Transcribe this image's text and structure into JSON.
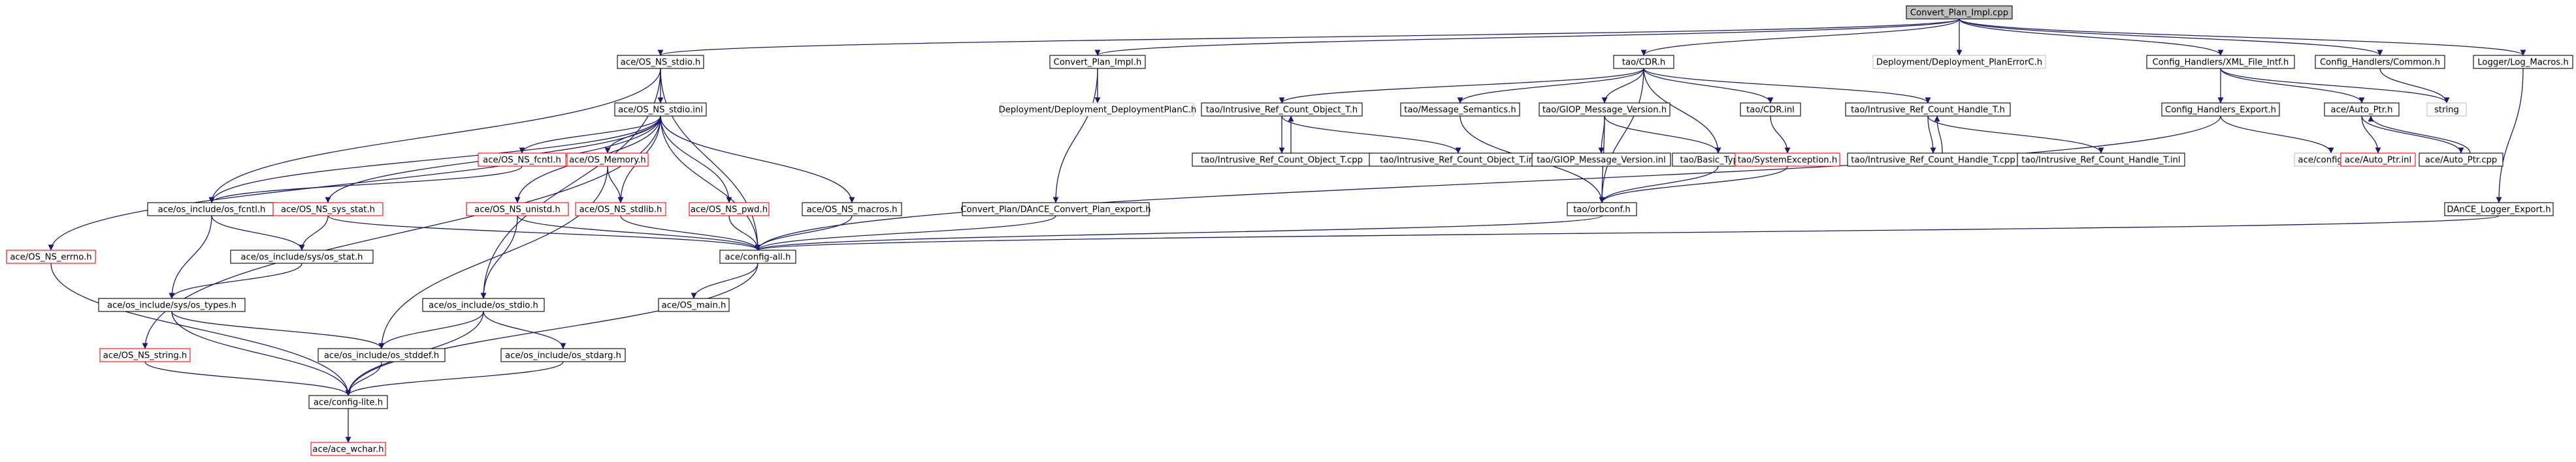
{
  "colors": {
    "edge": "#191970",
    "border_normal": "#000000",
    "border_missing": "#ff0000",
    "border_external": "#bfbfbf",
    "fill_root": "#bfbfbf",
    "fill_normal": "#ffffff",
    "text": "#000000"
  },
  "nodes": [
    {
      "id": "root",
      "label": "Convert_Plan_Impl.cpp",
      "kind": "root"
    },
    {
      "id": "os_stdio_h",
      "label": "ace/OS_NS_stdio.h",
      "kind": "normal"
    },
    {
      "id": "cpi_h",
      "label": "Convert_Plan_Impl.h",
      "kind": "normal"
    },
    {
      "id": "tao_cdr_h",
      "label": "tao/CDR.h",
      "kind": "normal"
    },
    {
      "id": "dplan_err",
      "label": "Deployment/Deployment_PlanErrorC.h",
      "kind": "external"
    },
    {
      "id": "xml_file_intf",
      "label": "Config_Handlers/XML_File_Intf.h",
      "kind": "normal"
    },
    {
      "id": "ch_common",
      "label": "Config_Handlers/Common.h",
      "kind": "normal"
    },
    {
      "id": "log_macros",
      "label": "Logger/Log_Macros.h",
      "kind": "normal"
    },
    {
      "id": "os_stdio_inl",
      "label": "ace/OS_NS_stdio.inl",
      "kind": "normal"
    },
    {
      "id": "dd_planc",
      "label": "Deployment/Deployment_DeploymentPlanC.h",
      "kind": "external"
    },
    {
      "id": "irco_t_h",
      "label": "tao/Intrusive_Ref_Count_Object_T.h",
      "kind": "normal"
    },
    {
      "id": "msg_sem",
      "label": "tao/Message_Semantics.h",
      "kind": "normal"
    },
    {
      "id": "giop_ver_h",
      "label": "tao/GIOP_Message_Version.h",
      "kind": "normal"
    },
    {
      "id": "cdr_inl",
      "label": "tao/CDR.inl",
      "kind": "normal"
    },
    {
      "id": "irch_t_h",
      "label": "tao/Intrusive_Ref_Count_Handle_T.h",
      "kind": "normal"
    },
    {
      "id": "ch_export",
      "label": "Config_Handlers_Export.h",
      "kind": "normal"
    },
    {
      "id": "auto_ptr_h",
      "label": "ace/Auto_Ptr.h",
      "kind": "normal"
    },
    {
      "id": "string",
      "label": "string",
      "kind": "external"
    },
    {
      "id": "os_fcntl_h",
      "label": "ace/OS_NS_fcntl.h",
      "kind": "missing"
    },
    {
      "id": "os_memory_h",
      "label": "ace/OS_Memory.h",
      "kind": "missing"
    },
    {
      "id": "irco_t_cpp",
      "label": "tao/Intrusive_Ref_Count_Object_T.cpp",
      "kind": "normal"
    },
    {
      "id": "irco_t_inl",
      "label": "tao/Intrusive_Ref_Count_Object_T.inl",
      "kind": "normal"
    },
    {
      "id": "giop_ver_inl",
      "label": "tao/GIOP_Message_Version.inl",
      "kind": "normal"
    },
    {
      "id": "basic_types",
      "label": "tao/Basic_Types.h",
      "kind": "normal"
    },
    {
      "id": "sys_exc",
      "label": "tao/SystemException.h",
      "kind": "missing"
    },
    {
      "id": "irch_t_cpp",
      "label": "tao/Intrusive_Ref_Count_Handle_T.cpp",
      "kind": "normal"
    },
    {
      "id": "irch_t_inl",
      "label": "tao/Intrusive_Ref_Count_Handle_T.inl",
      "kind": "normal"
    },
    {
      "id": "config_all_ext",
      "label": "ace/config-all.h",
      "kind": "external"
    },
    {
      "id": "auto_ptr_inl",
      "label": "ace/Auto_Ptr.inl",
      "kind": "missing"
    },
    {
      "id": "auto_ptr_cpp",
      "label": "ace/Auto_Ptr.cpp",
      "kind": "normal"
    },
    {
      "id": "os_inc_fcntl",
      "label": "ace/os_include/os_fcntl.h",
      "kind": "normal"
    },
    {
      "id": "os_sys_stat_h",
      "label": "ace/OS_NS_sys_stat.h",
      "kind": "missing"
    },
    {
      "id": "os_unistd_h",
      "label": "ace/OS_NS_unistd.h",
      "kind": "missing"
    },
    {
      "id": "os_stdlib_h",
      "label": "ace/OS_NS_stdlib.h",
      "kind": "missing"
    },
    {
      "id": "os_pwd_h",
      "label": "ace/OS_NS_pwd.h",
      "kind": "missing"
    },
    {
      "id": "os_macros_h",
      "label": "ace/OS_NS_macros.h",
      "kind": "normal"
    },
    {
      "id": "dance_cp_export",
      "label": "Convert_Plan/DAnCE_Convert_Plan_export.h",
      "kind": "normal"
    },
    {
      "id": "orbconf",
      "label": "tao/orbconf.h",
      "kind": "normal"
    },
    {
      "id": "dance_log_export",
      "label": "DAnCE_Logger_Export.h",
      "kind": "normal"
    },
    {
      "id": "os_errno_h",
      "label": "ace/OS_NS_errno.h",
      "kind": "missing"
    },
    {
      "id": "os_inc_sys_stat",
      "label": "ace/os_include/sys/os_stat.h",
      "kind": "normal"
    },
    {
      "id": "config_all",
      "label": "ace/config-all.h",
      "kind": "normal"
    },
    {
      "id": "os_inc_sys_types",
      "label": "ace/os_include/sys/os_types.h",
      "kind": "normal"
    },
    {
      "id": "os_main",
      "label": "ace/OS_main.h",
      "kind": "normal"
    },
    {
      "id": "os_inc_stdio",
      "label": "ace/os_include/os_stdio.h",
      "kind": "normal"
    },
    {
      "id": "os_inc_stddef",
      "label": "ace/os_include/os_stddef.h",
      "kind": "normal"
    },
    {
      "id": "os_inc_stdarg",
      "label": "ace/os_include/os_stdarg.h",
      "kind": "normal"
    },
    {
      "id": "os_string_h",
      "label": "ace/OS_NS_string.h",
      "kind": "missing"
    },
    {
      "id": "config_lite",
      "label": "ace/config-lite.h",
      "kind": "normal"
    },
    {
      "id": "ace_wchar",
      "label": "ace/ace_wchar.h",
      "kind": "missing"
    }
  ],
  "edges": [
    [
      "root",
      "os_stdio_h"
    ],
    [
      "root",
      "cpi_h"
    ],
    [
      "root",
      "tao_cdr_h"
    ],
    [
      "root",
      "dplan_err"
    ],
    [
      "root",
      "xml_file_intf"
    ],
    [
      "root",
      "ch_common"
    ],
    [
      "root",
      "log_macros"
    ],
    [
      "os_stdio_h",
      "os_stdio_inl"
    ],
    [
      "os_stdio_h",
      "os_inc_fcntl"
    ],
    [
      "os_stdio_h",
      "os_inc_stdio"
    ],
    [
      "os_stdio_h",
      "config_all"
    ],
    [
      "cpi_h",
      "dd_planc"
    ],
    [
      "cpi_h",
      "dance_cp_export"
    ],
    [
      "tao_cdr_h",
      "irco_t_h"
    ],
    [
      "tao_cdr_h",
      "msg_sem"
    ],
    [
      "tao_cdr_h",
      "giop_ver_h"
    ],
    [
      "tao_cdr_h",
      "cdr_inl"
    ],
    [
      "tao_cdr_h",
      "irch_t_h"
    ],
    [
      "tao_cdr_h",
      "basic_types"
    ],
    [
      "tao_cdr_h",
      "orbconf"
    ],
    [
      "xml_file_intf",
      "ch_export"
    ],
    [
      "xml_file_intf",
      "auto_ptr_h"
    ],
    [
      "xml_file_intf",
      "string"
    ],
    [
      "ch_common",
      "string"
    ],
    [
      "log_macros",
      "dance_log_export"
    ],
    [
      "os_stdio_inl",
      "os_errno_h"
    ],
    [
      "os_stdio_inl",
      "os_string_h"
    ],
    [
      "os_stdio_inl",
      "os_inc_fcntl"
    ],
    [
      "os_stdio_inl",
      "os_sys_stat_h"
    ],
    [
      "os_stdio_inl",
      "os_fcntl_h"
    ],
    [
      "os_stdio_inl",
      "os_memory_h"
    ],
    [
      "os_stdio_inl",
      "os_unistd_h"
    ],
    [
      "os_stdio_inl",
      "os_stdlib_h"
    ],
    [
      "os_stdio_inl",
      "os_pwd_h"
    ],
    [
      "os_stdio_inl",
      "os_macros_h"
    ],
    [
      "os_stdio_inl",
      "config_all"
    ],
    [
      "irco_t_h",
      "irco_t_cpp"
    ],
    [
      "irco_t_h",
      "irco_t_inl"
    ],
    [
      "irco_t_cpp",
      "irco_t_h"
    ],
    [
      "msg_sem",
      "orbconf"
    ],
    [
      "giop_ver_h",
      "giop_ver_inl"
    ],
    [
      "giop_ver_h",
      "basic_types"
    ],
    [
      "giop_ver_h",
      "orbconf"
    ],
    [
      "cdr_inl",
      "sys_exc"
    ],
    [
      "irch_t_h",
      "irch_t_cpp"
    ],
    [
      "irch_t_h",
      "irch_t_inl"
    ],
    [
      "irch_t_cpp",
      "irch_t_h"
    ],
    [
      "basic_types",
      "orbconf"
    ],
    [
      "sys_exc",
      "orbconf"
    ],
    [
      "ch_export",
      "config_all_ext"
    ],
    [
      "ch_export",
      "config_all"
    ],
    [
      "auto_ptr_h",
      "auto_ptr_inl"
    ],
    [
      "auto_ptr_h",
      "auto_ptr_cpp"
    ],
    [
      "auto_ptr_cpp",
      "auto_ptr_h"
    ],
    [
      "os_fcntl_h",
      "os_inc_fcntl"
    ],
    [
      "os_memory_h",
      "os_stdlib_h"
    ],
    [
      "os_memory_h",
      "os_inc_stddef"
    ],
    [
      "os_inc_fcntl",
      "os_inc_sys_stat"
    ],
    [
      "os_inc_fcntl",
      "os_inc_sys_types"
    ],
    [
      "os_sys_stat_h",
      "os_inc_sys_stat"
    ],
    [
      "os_sys_stat_h",
      "config_all"
    ],
    [
      "os_unistd_h",
      "os_inc_stdio"
    ],
    [
      "os_unistd_h",
      "config_all"
    ],
    [
      "os_stdlib_h",
      "config_all"
    ],
    [
      "os_pwd_h",
      "config_all"
    ],
    [
      "os_macros_h",
      "config_all"
    ],
    [
      "dance_cp_export",
      "config_all"
    ],
    [
      "orbconf",
      "config_all"
    ],
    [
      "dance_log_export",
      "config_all"
    ],
    [
      "os_errno_h",
      "config_lite"
    ],
    [
      "os_inc_sys_stat",
      "os_inc_sys_types"
    ],
    [
      "config_all",
      "os_main"
    ],
    [
      "config_all",
      "config_lite"
    ],
    [
      "os_inc_sys_types",
      "os_inc_stddef"
    ],
    [
      "os_inc_sys_types",
      "config_lite"
    ],
    [
      "os_inc_stdio",
      "os_inc_stddef"
    ],
    [
      "os_inc_stdio",
      "os_inc_stdarg"
    ],
    [
      "os_inc_stdio",
      "config_lite"
    ],
    [
      "os_inc_stddef",
      "config_lite"
    ],
    [
      "os_inc_stdarg",
      "config_lite"
    ],
    [
      "os_string_h",
      "config_lite"
    ],
    [
      "config_lite",
      "ace_wchar"
    ]
  ]
}
